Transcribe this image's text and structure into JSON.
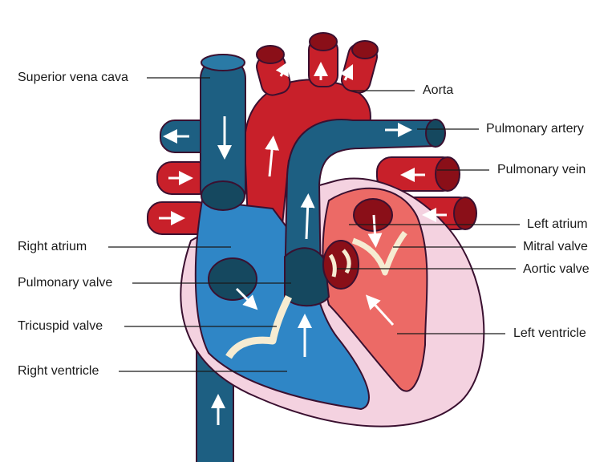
{
  "labels": {
    "superior_vena_cava": "Superior vena cava",
    "aorta": "Aorta",
    "pulmonary_artery": "Pulmonary artery",
    "pulmonary_vein": "Pulmonary vein",
    "left_atrium": "Left atrium",
    "mitral_valve": "Mitral valve",
    "aortic_valve": "Aortic valve",
    "left_ventricle": "Left ventricle",
    "right_atrium": "Right atrium",
    "pulmonary_valve": "Pulmonary valve",
    "tricuspid_valve": "Tricuspid valve",
    "right_ventricle": "Right ventricle"
  },
  "colors": {
    "deoxygenated_vessel": "#1d5f82",
    "right_chamber": "#2f86c6",
    "oxygenated_vessel": "#c8202a",
    "left_chamber": "#ec6a66",
    "heart_wall": "#f4d2e0",
    "valve": "#f6ecd2",
    "outline": "#3a1030"
  }
}
